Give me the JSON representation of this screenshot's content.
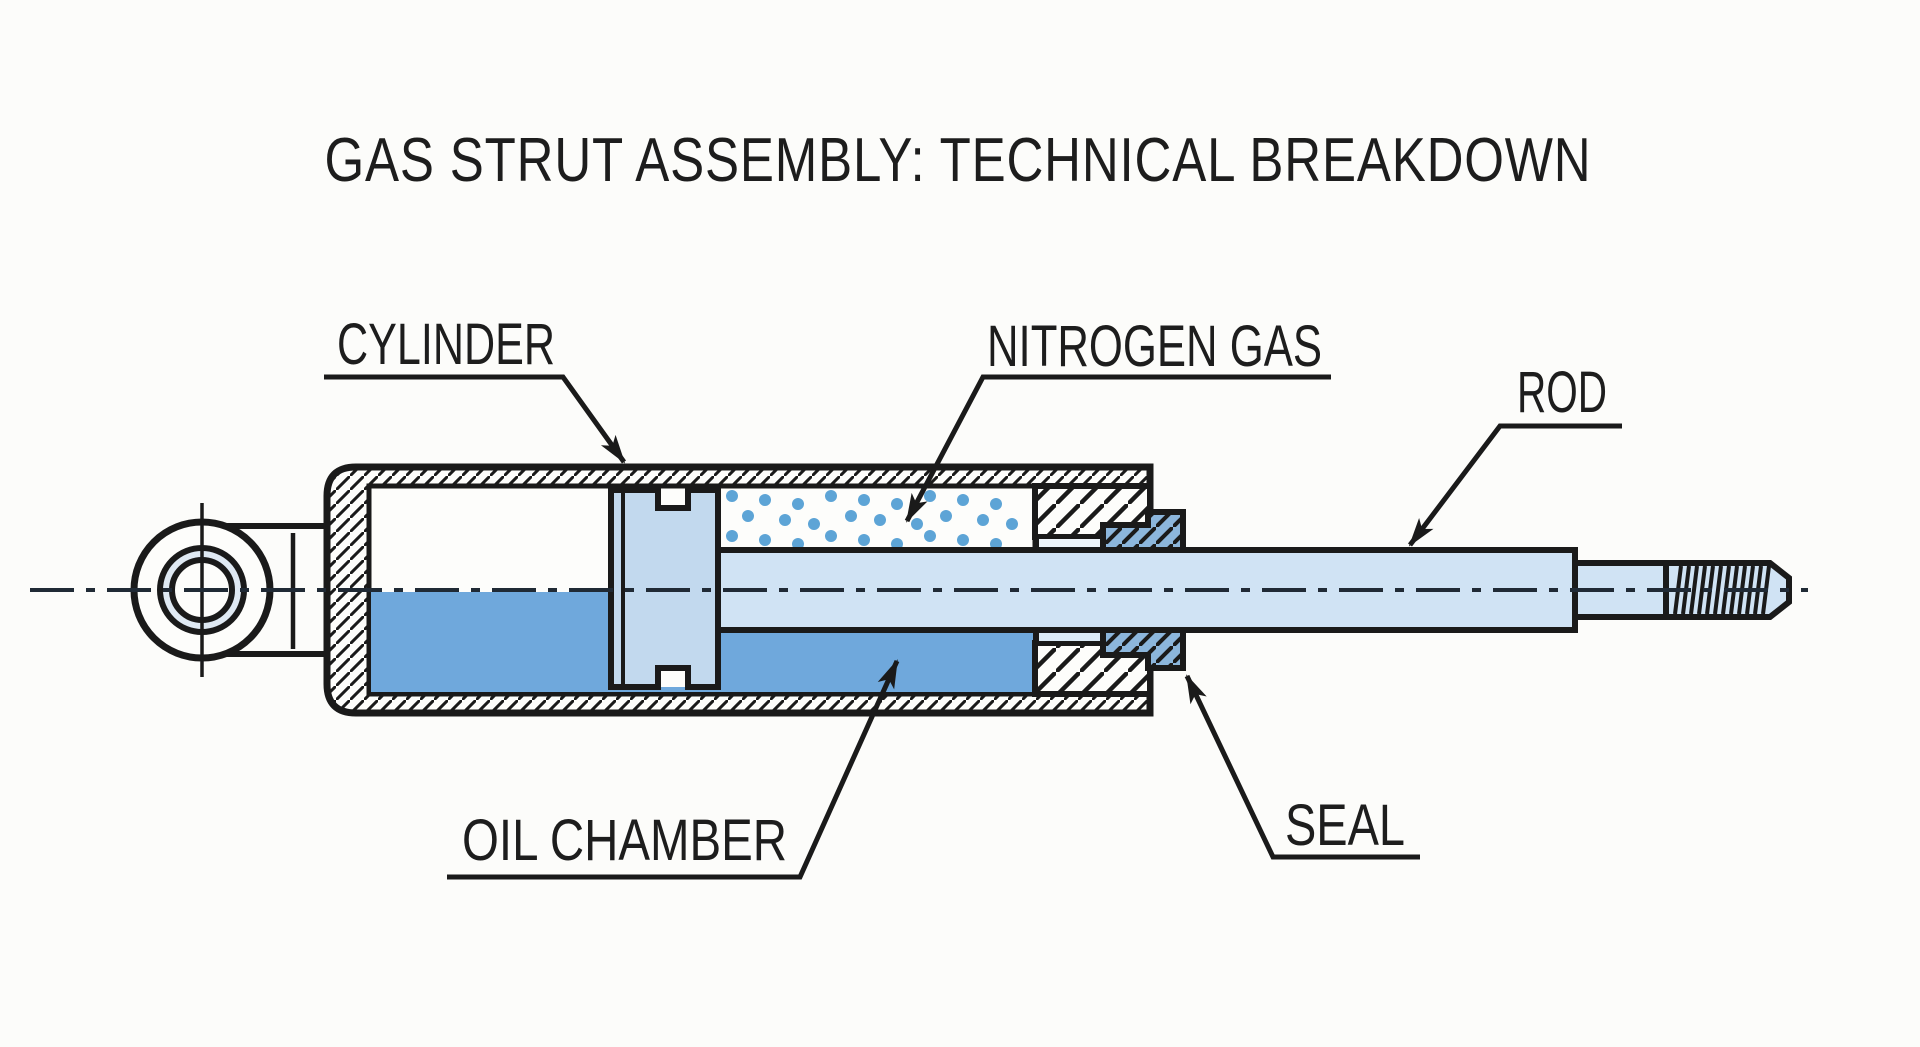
{
  "title": "GAS STRUT ASSEMBLY: TECHNICAL BREAKDOWN",
  "labels": {
    "cylinder": "CYLINDER",
    "nitrogen_gas": "NITROGEN GAS",
    "rod": "ROD",
    "oil_chamber": "OIL CHAMBER",
    "seal": "SEAL"
  },
  "colors": {
    "background": "#fcfcfa",
    "line": "#1a1a1a",
    "text": "#1d1d1d",
    "oil": "#6fa8dc",
    "rod": "#d0e3f4",
    "piston": "#c2d9ee",
    "seal": "#8cb6dc",
    "nitrogen_dot": "#5da4d6",
    "eye_ring": "#dfe9f3",
    "centerline": "#202a35"
  }
}
